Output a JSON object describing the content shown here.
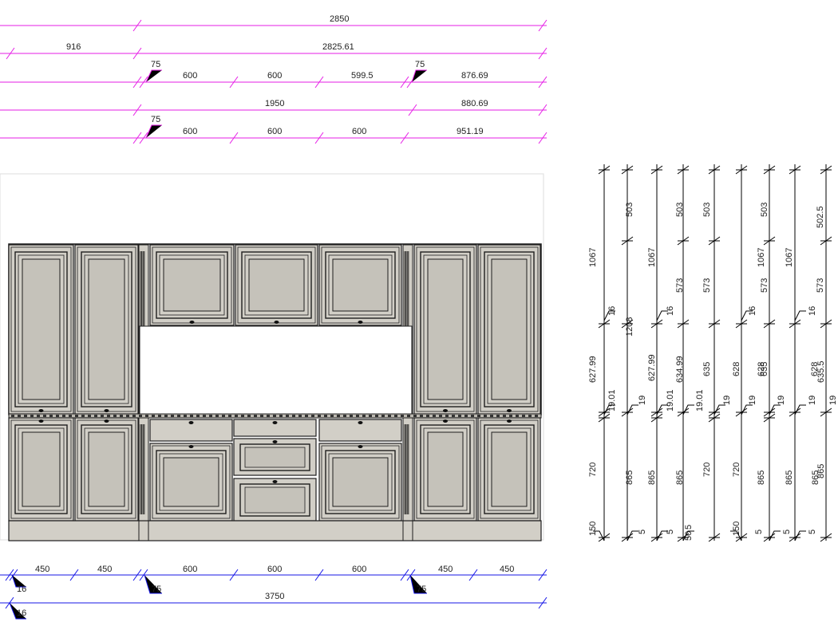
{
  "colors": {
    "magenta_dimension": "#e61ee6",
    "blue_dimension": "#1414e6",
    "black_dimension": "#000000",
    "cabinet_fill": "#d2cfc7",
    "panel_fill": "#c5c2ba",
    "outline": "#1e1e1e"
  },
  "top_dimensions": {
    "row1": [
      "2850"
    ],
    "row2": [
      "916",
      "2825.61"
    ],
    "row3": [
      "75",
      "600",
      "600",
      "599.5",
      "75",
      "876.69"
    ],
    "row4": [
      "1950",
      "880.69"
    ],
    "row5": [
      "75",
      "600",
      "600",
      "600",
      "951.19"
    ]
  },
  "bottom_dimensions": {
    "row1": [
      "450",
      "450",
      "600",
      "600",
      "600",
      "450",
      "450"
    ],
    "row1_offsets": [
      "16",
      "75",
      "75"
    ],
    "row2": [
      "3750"
    ],
    "row3": [
      "16"
    ]
  },
  "side_dimensions": {
    "col1": [
      "1067",
      "627.99",
      "720",
      "150"
    ],
    "col1_small": [
      "16",
      "19.01"
    ],
    "col2": [
      "503",
      "1208",
      "865"
    ],
    "col2_small": [
      "19",
      "5"
    ],
    "col3": [
      "1067",
      "627.99",
      "865"
    ],
    "col3_small": [
      "16",
      "19.01",
      "5"
    ],
    "col4": [
      "503",
      "573",
      "634.99",
      "865"
    ],
    "col4_small": [
      "5",
      "50"
    ],
    "col5": [
      "503",
      "573",
      "635",
      "720"
    ],
    "col5_small": [
      "19.01"
    ],
    "col6": [
      "628",
      "720",
      "150"
    ],
    "col6_small": [
      "19"
    ],
    "col7": [
      "1067",
      "628",
      "865"
    ],
    "col7_small": [
      "16",
      "19",
      "5"
    ],
    "col8": [
      "503",
      "573",
      "635",
      "865"
    ],
    "col8_small": [
      "19",
      "5"
    ],
    "col9": [
      "1067",
      "628",
      "865"
    ],
    "col9_small": [
      "16",
      "19",
      "5"
    ],
    "col10": [
      "502.5",
      "573",
      "635.5",
      "865"
    ],
    "col10_small": [
      "19"
    ]
  }
}
